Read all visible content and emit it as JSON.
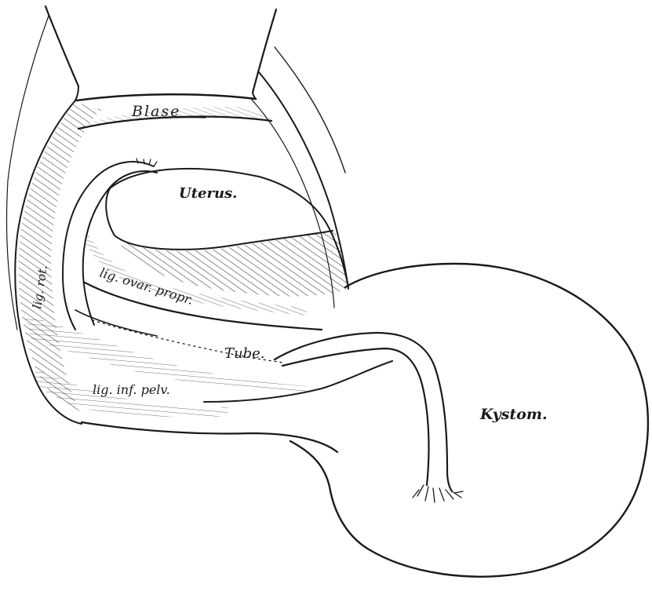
{
  "labels": {
    "blase": "Blase",
    "uterus": "Uterus.",
    "lig_rot": "lig. rot.",
    "lig_ovar_propr": "lig. ovar. propr.",
    "tube": "Tube.",
    "lig_inf_pelv": "lig. inf. pelv.",
    "kystom": "Kystom."
  },
  "colors": {
    "ink": "#1a1a1a",
    "paper": "#ffffff"
  }
}
